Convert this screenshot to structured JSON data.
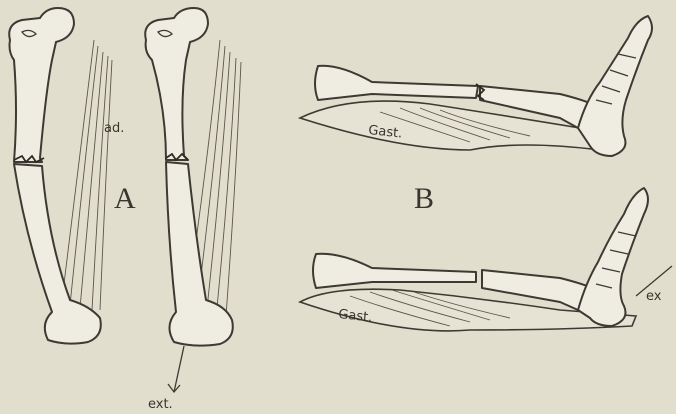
{
  "labels": {
    "panel_a": "A",
    "panel_b": "B",
    "adductor": "ad.",
    "extensor_a": "ext.",
    "gastrocnemius_top": "Gast.",
    "gastrocnemius_bottom": "Gast.",
    "extensor_b": "ex"
  }
}
